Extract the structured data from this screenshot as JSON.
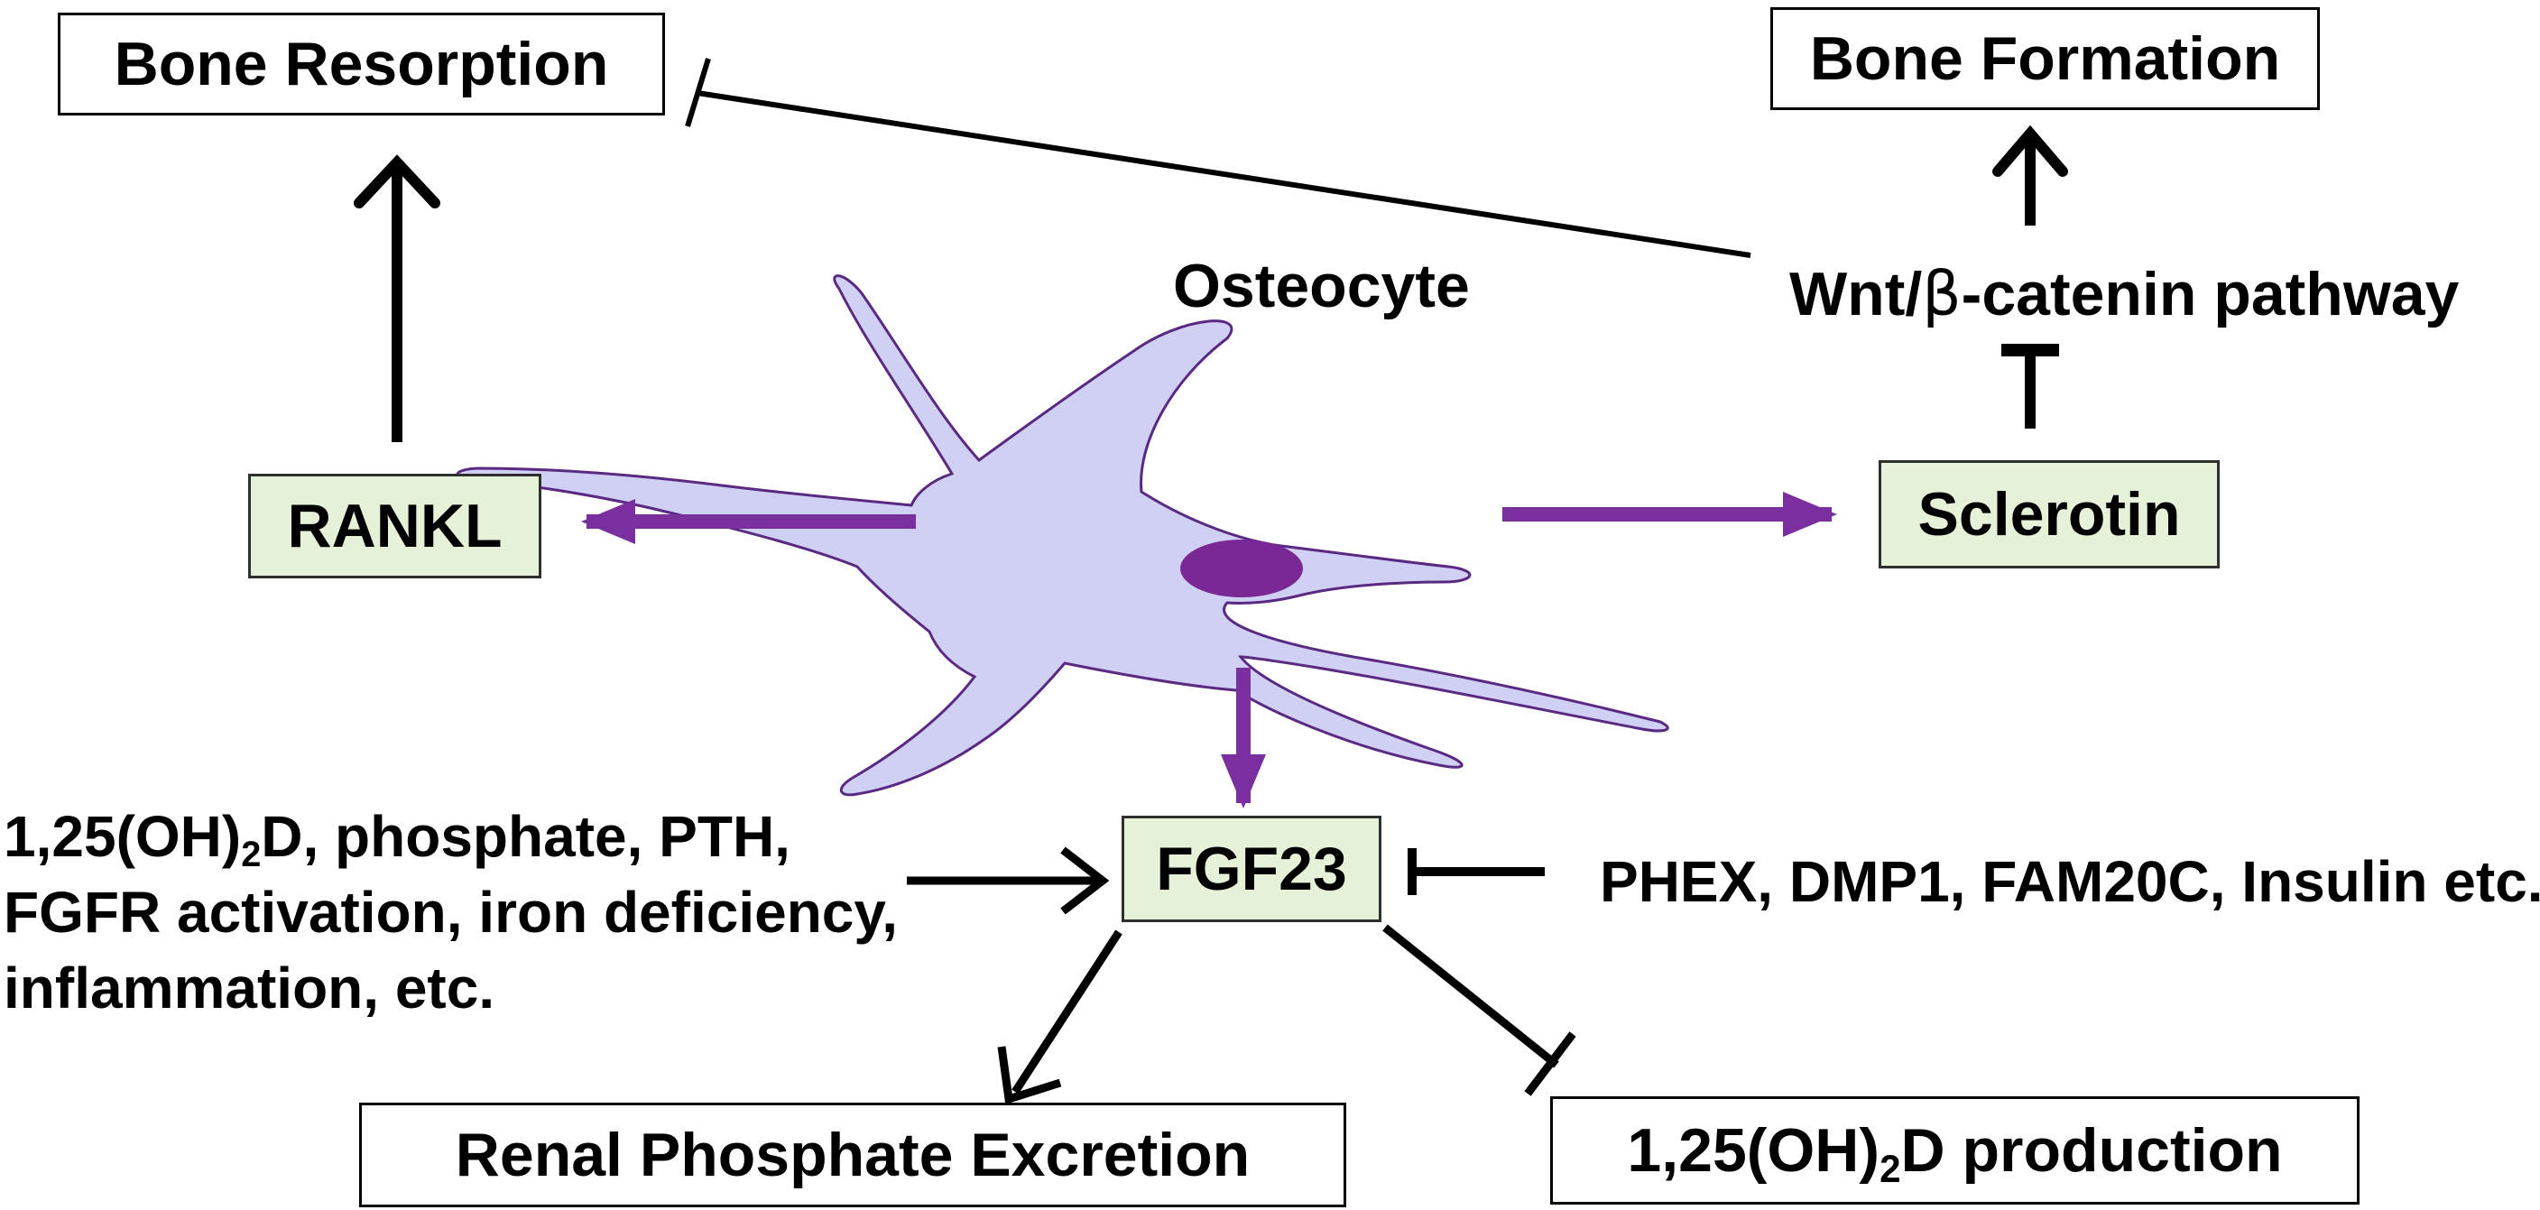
{
  "nodes": {
    "bone_resorption": "Bone Resorption",
    "bone_formation": "Bone Formation",
    "osteocyte": "Osteocyte",
    "wnt_pre": "Wnt/",
    "wnt_beta": "β",
    "wnt_post": "-catenin pathway",
    "rankl": "RANKL",
    "sclerotin": "Sclerotin",
    "fgf23": "FGF23",
    "renal_phosphate": "Renal Phosphate Excretion",
    "vitd_pre": "1,25(OH)",
    "vitd_sub": "2",
    "vitd_post": "D production"
  },
  "stimulators": {
    "line1_pre": "1,25(OH)",
    "line1_sub": "2",
    "line1_post": "D, phosphate, PTH,",
    "line2": "FGFR activation, iron deficiency,",
    "line3": "inflammation, etc."
  },
  "inhibitors": {
    "text": "PHEX, DMP1, FAM20C, Insulin etc."
  },
  "colors": {
    "purple_arrow": "#7a2f9e",
    "cell_fill": "#d0d0f5",
    "cell_outline": "#5a2a82",
    "nucleus": "#7a2896",
    "green_box": "#e6f2d8"
  }
}
